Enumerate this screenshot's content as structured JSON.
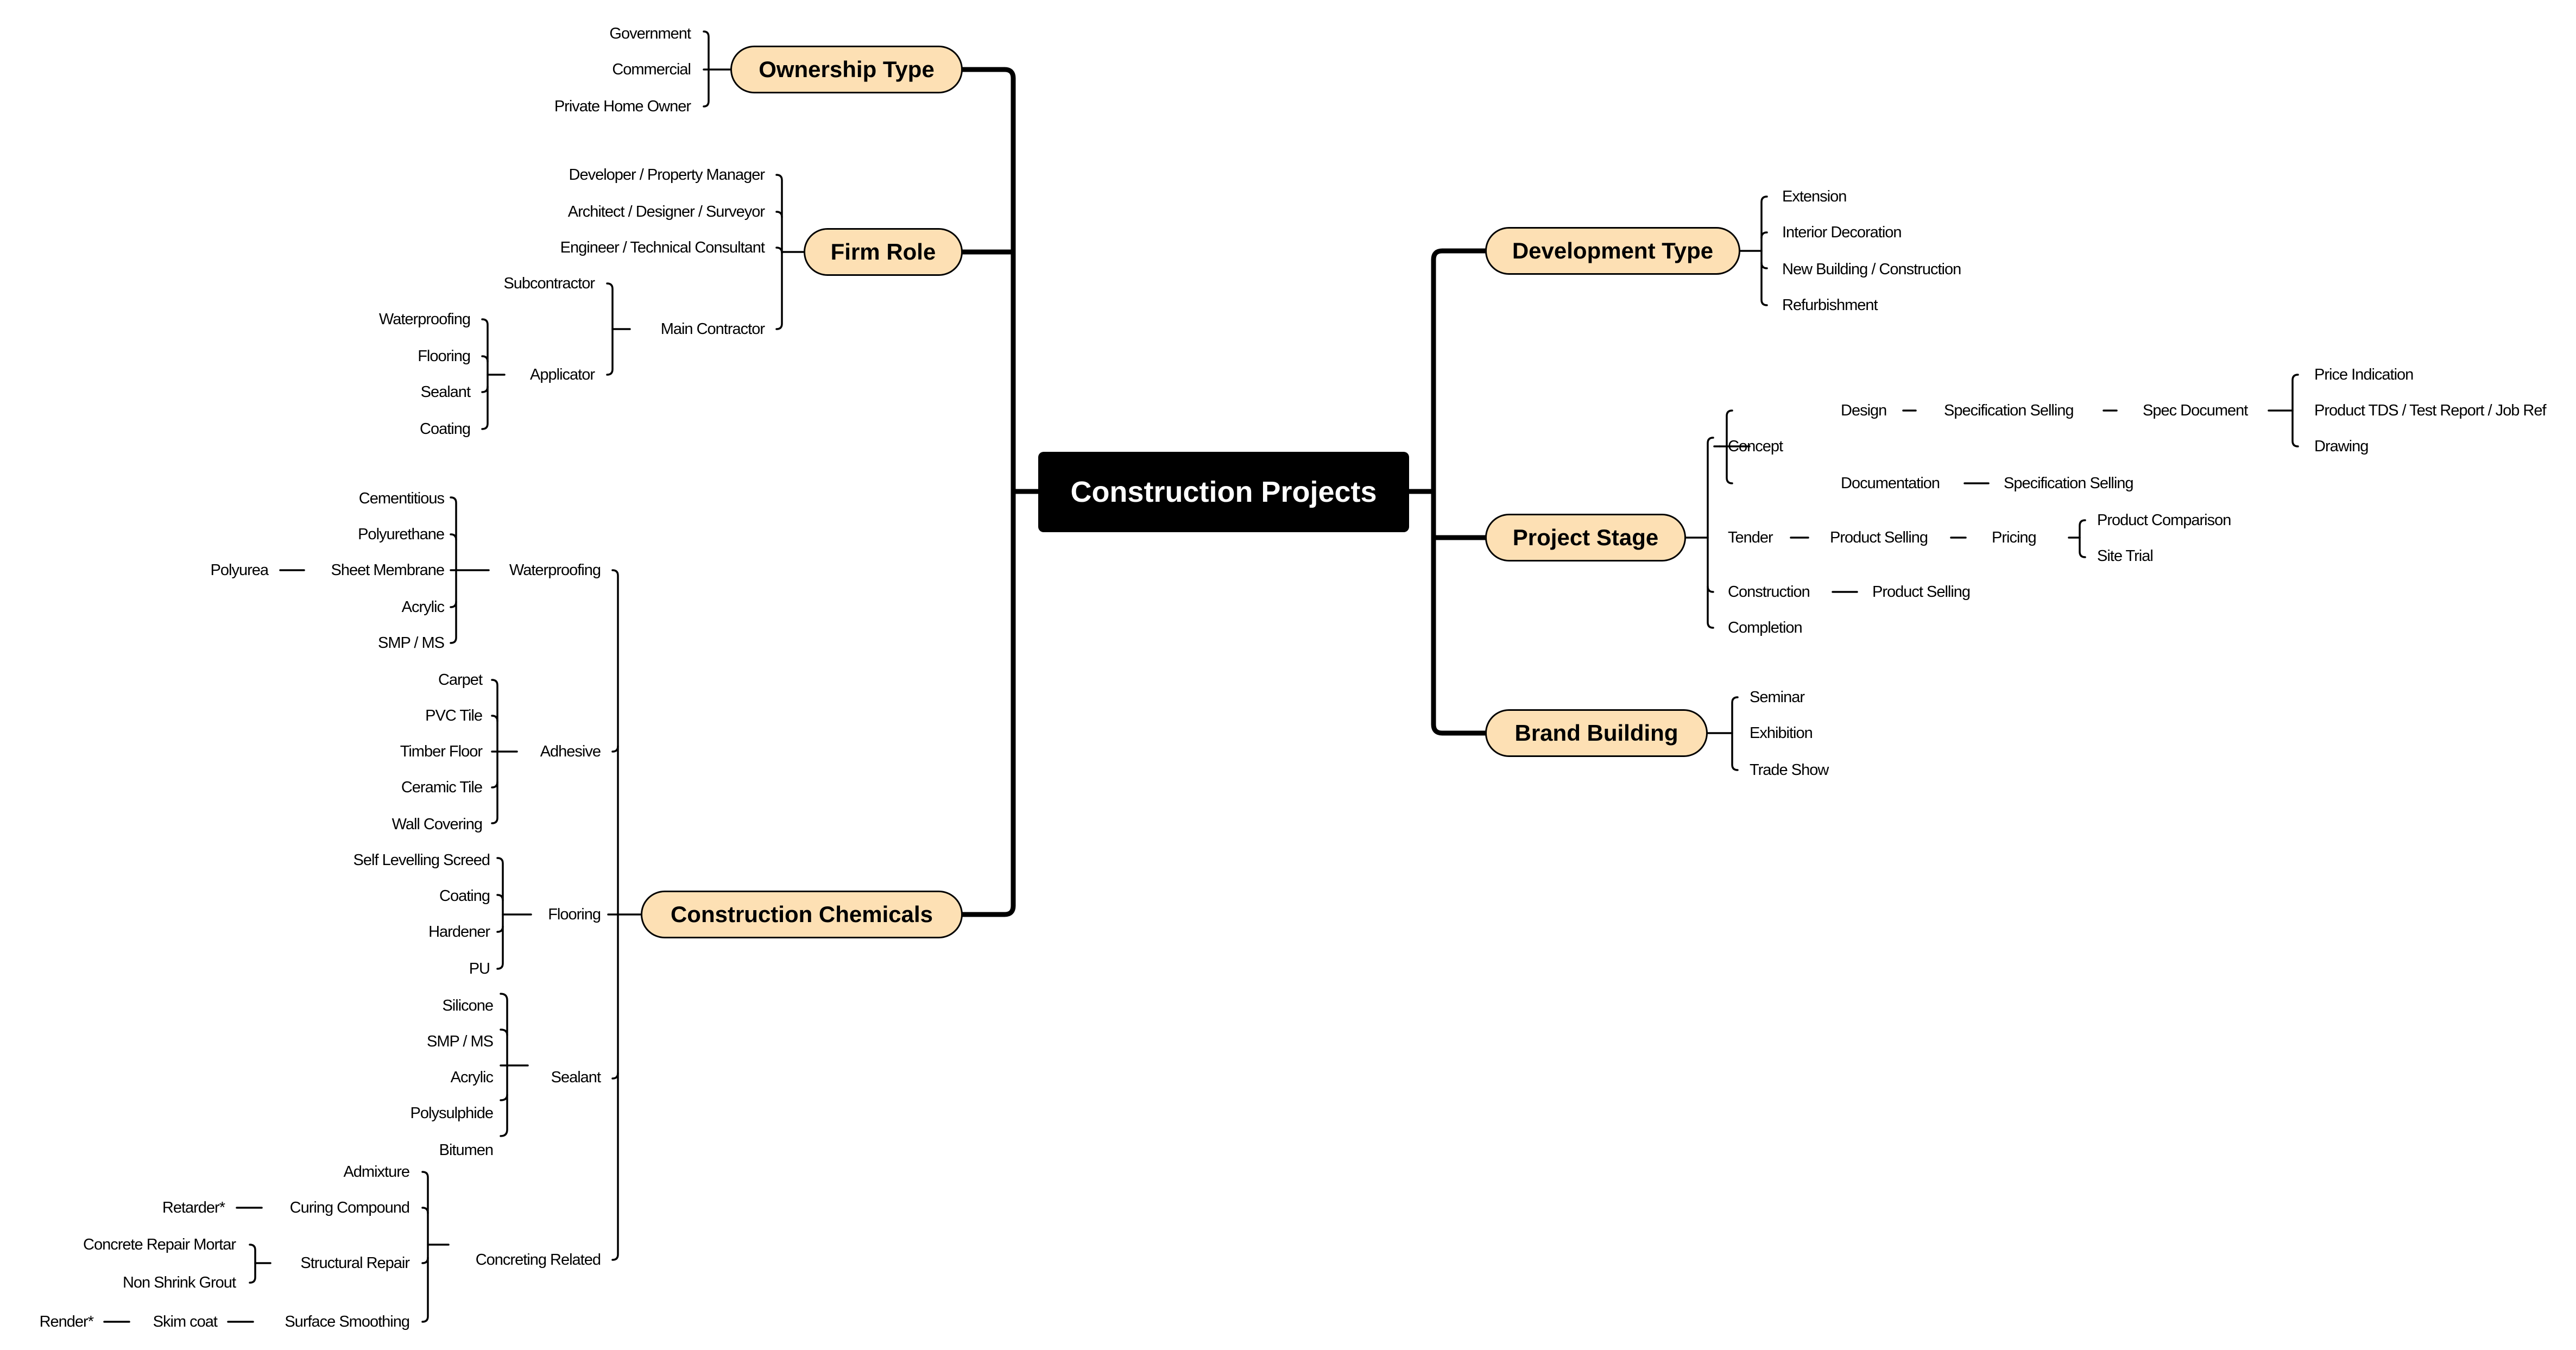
{
  "root": {
    "label": "Construction Projects"
  },
  "colors": {
    "branch_fill": "#fde0b4",
    "root_fill": "#000000",
    "line": "#000000"
  },
  "ownership": {
    "label": "Ownership Type",
    "children": [
      "Government",
      "Commercial",
      "Private Home Owner"
    ]
  },
  "firm_role": {
    "label": "Firm Role",
    "children": [
      "Developer / Property Manager",
      "Architect / Designer / Surveyor",
      "Engineer / Technical Consultant",
      "Main Contractor"
    ],
    "main_contractor": {
      "children": [
        "Subcontractor",
        "Applicator"
      ],
      "applicator": {
        "children": [
          "Waterproofing",
          "Flooring",
          "Sealant",
          "Coating"
        ]
      }
    }
  },
  "chemicals": {
    "label": "Construction Chemicals",
    "children": [
      "Waterproofing",
      "Adhesive",
      "Flooring",
      "Sealant",
      "Concreting Related"
    ],
    "waterproofing": {
      "children": [
        "Cementitious",
        "Polyurethane",
        "Sheet Membrane",
        "Acrylic",
        "SMP / MS"
      ],
      "sheet_membrane_child": "Polyurea"
    },
    "adhesive": {
      "children": [
        "Carpet",
        "PVC Tile",
        "Timber Floor",
        "Ceramic Tile",
        "Wall Covering"
      ]
    },
    "flooring": {
      "children": [
        "Self Levelling Screed",
        "Coating",
        "Hardener",
        "PU"
      ]
    },
    "sealant": {
      "children": [
        "Silicone",
        "SMP / MS",
        "Acrylic",
        "Polysulphide",
        "Bitumen"
      ]
    },
    "concreting": {
      "children": [
        "Admixture",
        "Curing Compound",
        "Structural Repair",
        "Surface Smoothing"
      ],
      "curing_child": "Retarder*",
      "structural_children": [
        "Concrete Repair Mortar",
        "Non Shrink Grout"
      ],
      "smoothing_chain": [
        "Skim coat",
        "Render*"
      ]
    }
  },
  "development": {
    "label": "Development Type",
    "children": [
      "Extension",
      "Interior Decoration",
      "New Building / Construction",
      "Refurbishment"
    ]
  },
  "stage": {
    "label": "Project Stage",
    "children": [
      "Concept",
      "Tender",
      "Construction",
      "Completion"
    ],
    "concept": {
      "children": [
        "Design",
        "Documentation"
      ],
      "design_chain": [
        "Specification Selling",
        "Spec Document"
      ],
      "spec_doc_children": [
        "Price Indication",
        "Product TDS / Test Report / Job Ref",
        "Drawing"
      ],
      "documentation_chain": [
        "Specification Selling"
      ]
    },
    "tender": {
      "chain": [
        "Product Selling",
        "Pricing"
      ],
      "pricing_children": [
        "Product Comparison",
        "Site Trial"
      ]
    },
    "construction_chain": [
      "Product Selling"
    ]
  },
  "brand": {
    "label": "Brand Building",
    "children": [
      "Seminar",
      "Exhibition",
      "Trade Show"
    ]
  }
}
